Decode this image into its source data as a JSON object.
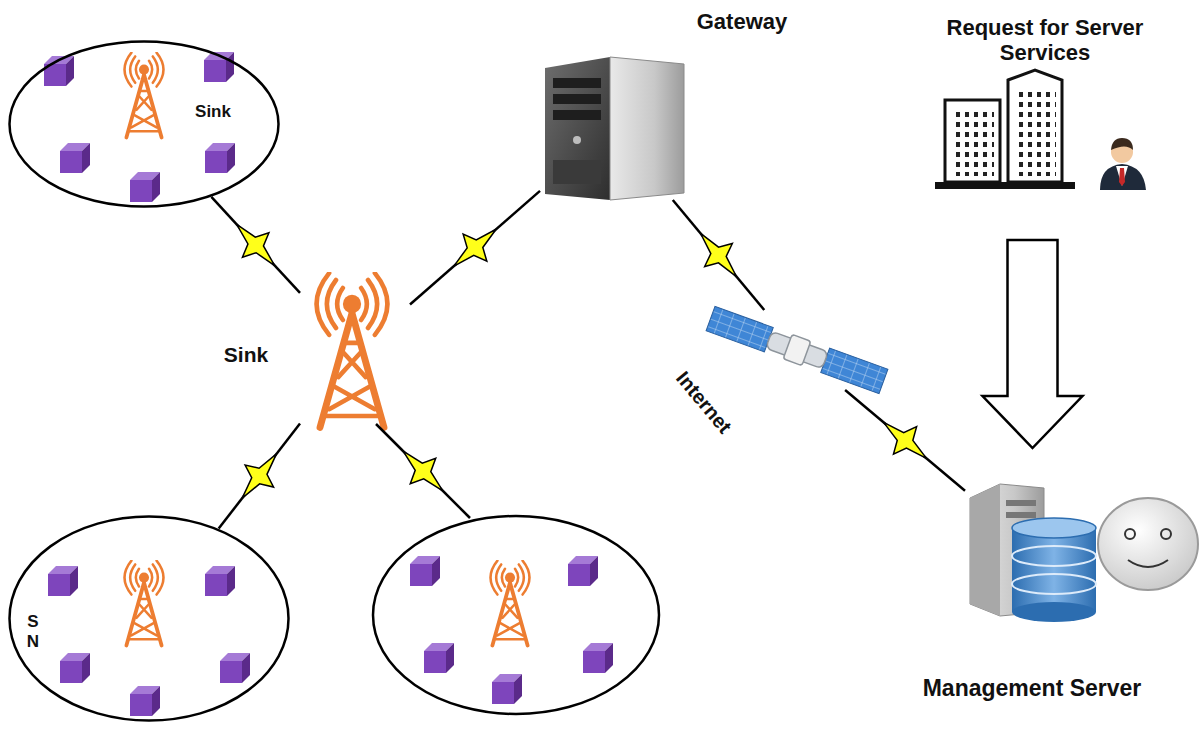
{
  "diagram": {
    "nodes": [
      {
        "text": [
          "Sink"
        ]
      },
      {
        "text": [
          "Sink"
        ]
      },
      {
        "text": [
          "S N"
        ]
      },
      {
        "text": [
          "Gateway"
        ]
      },
      {
        "text": [
          "Internet"
        ]
      },
      {
        "text": [
          "Request for Server Services"
        ]
      },
      {
        "text": [
          "Management Server"
        ]
      }
    ],
    "edges": [
      {
        "from": 0,
        "to": 1,
        "arrow": "none"
      },
      {
        "from": 1,
        "to": 2,
        "arrow": "none"
      },
      {
        "from": 1,
        "to": 3,
        "arrow": "none"
      },
      {
        "from": 3,
        "to": 4,
        "arrow": "none"
      },
      {
        "from": 4,
        "to": 6,
        "arrow": "none"
      },
      {
        "from": 5,
        "to": 6,
        "arrow": "to"
      }
    ]
  }
}
